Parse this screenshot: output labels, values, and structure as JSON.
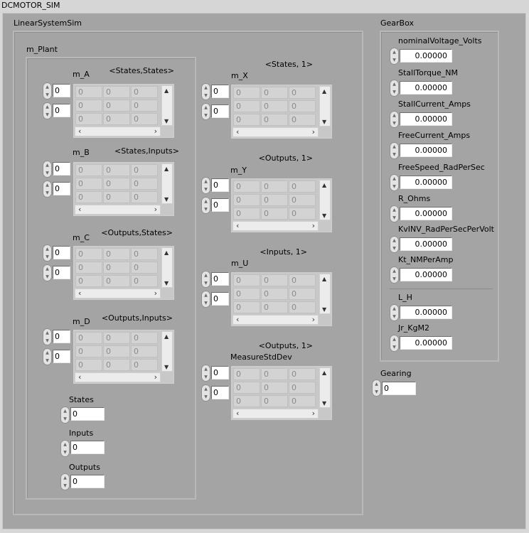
{
  "window": {
    "title": "DCMOTOR_SIM"
  },
  "linear_system": {
    "label": "LinearSystemSim",
    "plant": {
      "label": "m_Plant",
      "matrices": {
        "m_A": {
          "label": "m_A",
          "dims": "<States,States>",
          "index0": "0",
          "index1": "0",
          "cells": [
            "0",
            "0",
            "0",
            "0",
            "0",
            "0",
            "0",
            "0",
            "0"
          ]
        },
        "m_B": {
          "label": "m_B",
          "dims": "<States,Inputs>",
          "index0": "0",
          "index1": "0",
          "cells": [
            "0",
            "0",
            "0",
            "0",
            "0",
            "0",
            "0",
            "0",
            "0"
          ]
        },
        "m_C": {
          "label": "m_C",
          "dims": "<Outputs,States>",
          "index0": "0",
          "index1": "0",
          "cells": [
            "0",
            "0",
            "0",
            "0",
            "0",
            "0",
            "0",
            "0",
            "0"
          ]
        },
        "m_D": {
          "label": "m_D",
          "dims": "<Outputs,Inputs>",
          "index0": "0",
          "index1": "0",
          "cells": [
            "0",
            "0",
            "0",
            "0",
            "0",
            "0",
            "0",
            "0",
            "0"
          ]
        }
      },
      "states": {
        "label": "States",
        "value": "0"
      },
      "inputs": {
        "label": "Inputs",
        "value": "0"
      },
      "outputs": {
        "label": "Outputs",
        "value": "0"
      }
    },
    "vectors": {
      "m_X": {
        "label": "m_X",
        "dims": "<States, 1>",
        "index0": "0",
        "index1": "0",
        "cells": [
          "0",
          "0",
          "0",
          "0",
          "0",
          "0",
          "0",
          "0",
          "0"
        ]
      },
      "m_Y": {
        "label": "m_Y",
        "dims": "<Outputs, 1>",
        "index0": "0",
        "index1": "0",
        "cells": [
          "0",
          "0",
          "0",
          "0",
          "0",
          "0",
          "0",
          "0",
          "0"
        ]
      },
      "m_U": {
        "label": "m_U",
        "dims": "<Inputs, 1>",
        "index0": "0",
        "index1": "0",
        "cells": [
          "0",
          "0",
          "0",
          "0",
          "0",
          "0",
          "0",
          "0",
          "0"
        ]
      },
      "measure": {
        "label": "MeasureStdDev",
        "dims": "<Outputs, 1>",
        "index0": "0",
        "index1": "0",
        "cells": [
          "0",
          "0",
          "0",
          "0",
          "0",
          "0",
          "0",
          "0",
          "0"
        ]
      }
    }
  },
  "gearbox": {
    "label": "GearBox",
    "fields": [
      {
        "label": "nominalVoltage_Volts",
        "value": "0.00000"
      },
      {
        "label": "StallTorque_NM",
        "value": "0.00000"
      },
      {
        "label": "StallCurrent_Amps",
        "value": "0.00000"
      },
      {
        "label": "FreeCurrent_Amps",
        "value": "0.00000"
      },
      {
        "label": "FreeSpeed_RadPerSec",
        "value": "0.00000"
      },
      {
        "label": "R_Ohms",
        "value": "0.00000"
      },
      {
        "label": "KvINV_RadPerSecPerVolt",
        "value": "0.00000"
      },
      {
        "label": "Kt_NMPerAmp",
        "value": "0.00000"
      },
      {
        "label": "L_H",
        "value": "0.00000"
      },
      {
        "label": "Jr_KgM2",
        "value": "0.00000"
      }
    ]
  },
  "gearing": {
    "label": "Gearing",
    "value": "0"
  }
}
